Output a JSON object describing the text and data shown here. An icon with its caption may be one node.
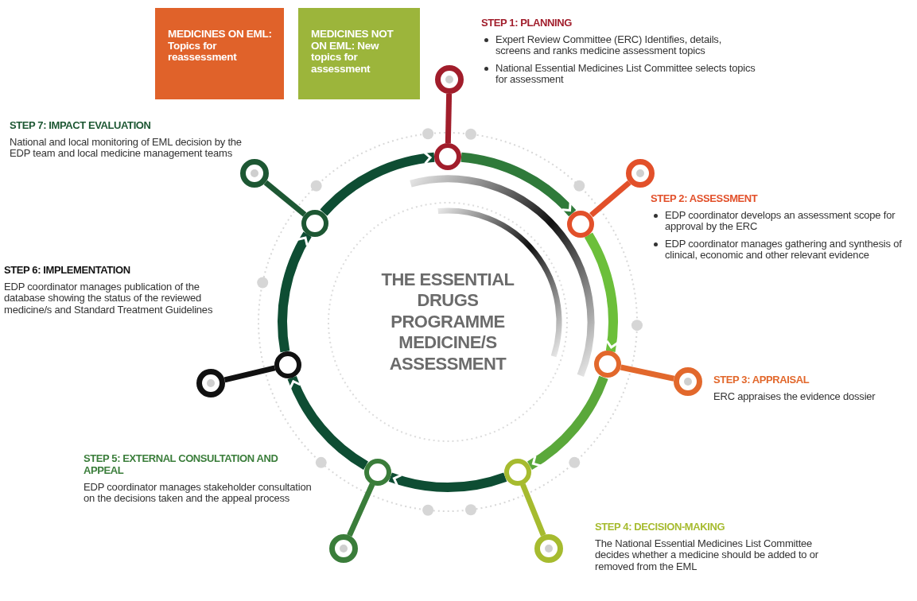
{
  "diagram": {
    "nodes": [
      {
        "text": [
          "MEDICINES ON EML: Topics for reassessment"
        ]
      },
      {
        "text": [
          "MEDICINES NOT ON EML: New topics for assessment"
        ]
      },
      {
        "text": [
          "THE ESSENTIAL DRUGS PROGRAMME MEDICINE/S ASSESSMENT"
        ]
      },
      {
        "text": [],
        "shape": "circle"
      },
      {
        "text": [],
        "shape": "circle"
      },
      {
        "text": [],
        "shape": "circle"
      },
      {
        "text": [],
        "shape": "circle"
      },
      {
        "text": [],
        "shape": "circle"
      },
      {
        "text": [],
        "shape": "circle"
      },
      {
        "text": [],
        "shape": "circle"
      },
      {
        "text": [],
        "shape": "circle",
        "beside": [
          "STEP 1: PLANNING",
          "Expert Review Committee (ERC) Identifies, details, screens and ranks medicine assessment topics",
          "National Essential Medicines List Committee selects topics for assessment"
        ]
      },
      {
        "text": [],
        "shape": "circle",
        "beside": [
          "STEP 2: ASSESSMENT",
          "EDP coordinator develops an assessment scope for approval by the ERC",
          "EDP coordinator manages gathering and synthesis of clinical, economic and other relevant evidence"
        ]
      },
      {
        "text": [],
        "shape": "circle",
        "beside": [
          "STEP 3: APPRAISAL",
          "ERC appraises the evidence dossier"
        ]
      },
      {
        "text": [],
        "shape": "circle",
        "beside": [
          "STEP 4: DECISION-MAKING",
          "The National Essential Medicines List Committee decides whether a medicine should be added to or removed from the EML"
        ]
      },
      {
        "text": [],
        "shape": "circle",
        "beside": [
          "STEP 5: EXTERNAL CONSULTATION AND APPEAL",
          "EDP coordinator manages stakeholder consultation on the decisions taken and the appeal process"
        ]
      },
      {
        "text": [],
        "shape": "circle",
        "beside": [
          "STEP 6: IMPLEMENTATION",
          "EDP coordinator manages publication of the database showing the status of the reviewed medicine/s and Standard Treatment Guidelines"
        ]
      },
      {
        "text": [],
        "shape": "circle",
        "beside": [
          "STEP 7: IMPACT EVALUATION",
          "National and local monitoring of EML decision by the EDP team and local medicine management teams"
        ]
      }
    ],
    "edges": [
      {
        "from": 3,
        "to": 4,
        "arrow": "to",
        "color": "#2f7a3a"
      },
      {
        "from": 4,
        "to": 5,
        "arrow": "to",
        "color": "#6cbf3a"
      },
      {
        "from": 5,
        "to": 6,
        "arrow": "to",
        "color": "#5aa83a"
      },
      {
        "from": 6,
        "to": 7,
        "arrow": "to"
      },
      {
        "from": 7,
        "to": 8,
        "arrow": "to"
      },
      {
        "from": 8,
        "to": 9,
        "arrow": "to"
      },
      {
        "from": 9,
        "to": 3,
        "arrow": "to"
      },
      {
        "from": 3,
        "to": 10,
        "arrow": "none",
        "color": "#a11d2b"
      },
      {
        "from": 4,
        "to": 11,
        "arrow": "none",
        "color": "#e2502a"
      },
      {
        "from": 5,
        "to": 12,
        "arrow": "none",
        "color": "#e2682c"
      },
      {
        "from": 6,
        "to": 13,
        "arrow": "none",
        "color": "#a6bb2f"
      },
      {
        "from": 7,
        "to": 14,
        "arrow": "none",
        "color": "#3a7d3a"
      },
      {
        "from": 8,
        "to": 15,
        "arrow": "none",
        "color": "#111111"
      },
      {
        "from": 9,
        "to": 16,
        "arrow": "none",
        "color": "#1d5733"
      }
    ]
  }
}
